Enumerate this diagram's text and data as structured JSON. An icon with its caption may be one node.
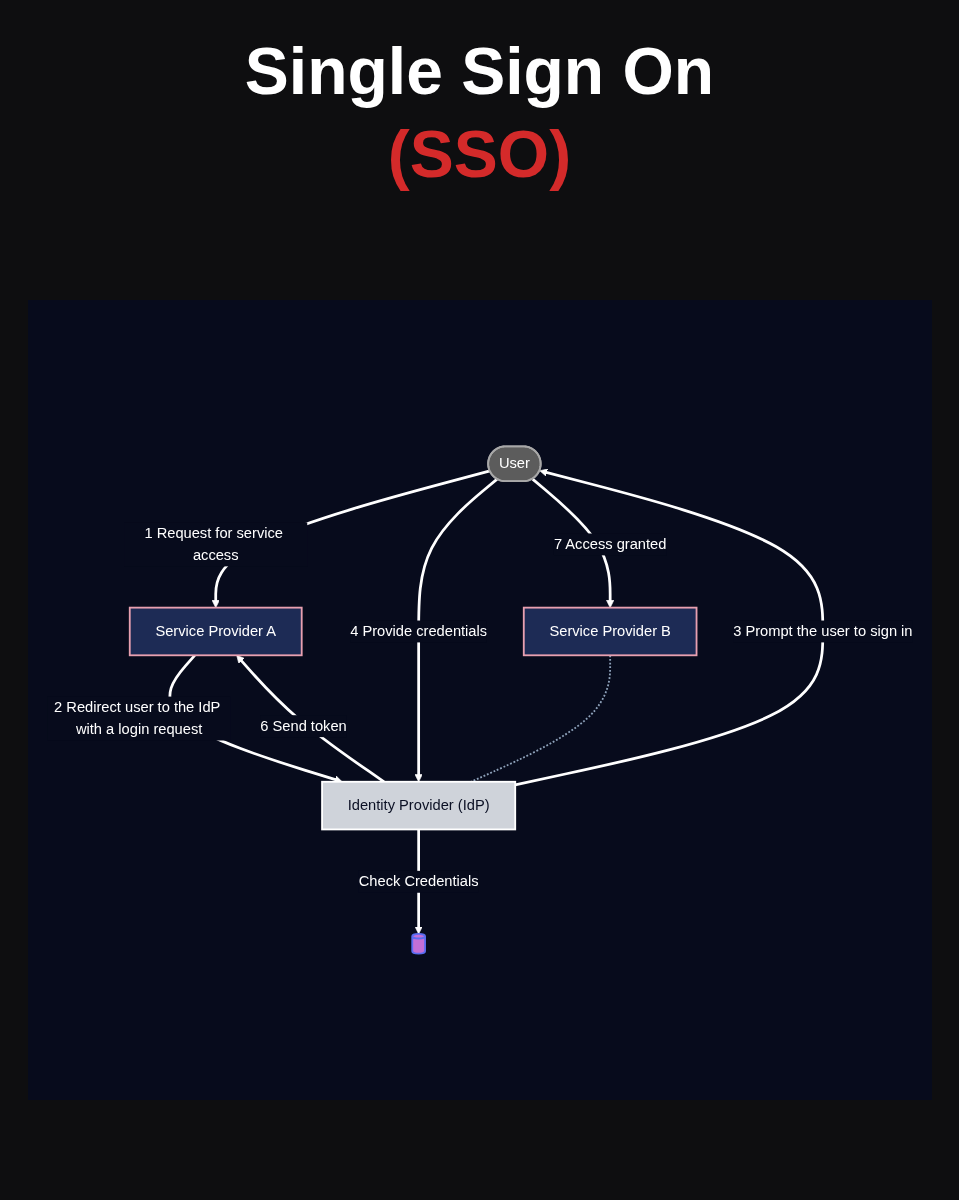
{
  "diagram": {
    "title": "Single Sign On (SSO)",
    "nodes": [
      {
        "text": [
          "User"
        ]
      },
      {
        "text": [
          "Service Provider A"
        ]
      },
      {
        "text": [
          "Service Provider B"
        ]
      },
      {
        "text": [
          "Identity Provider (IdP)"
        ]
      },
      {
        "text": [],
        "shape": "cylinder"
      }
    ],
    "edges": [
      {
        "from": 0,
        "to": 1,
        "arrow": "to",
        "label": "1 Request for service access"
      },
      {
        "from": 1,
        "to": 3,
        "arrow": "to",
        "label": "2 Redirect user to the IdP with a login request"
      },
      {
        "from": 3,
        "to": 0,
        "arrow": "to",
        "label": "3 Prompt the user to sign in"
      },
      {
        "from": 0,
        "to": 3,
        "arrow": "to",
        "label": "4 Provide credentials"
      },
      {
        "from": 3,
        "to": 4,
        "arrow": "to",
        "label": "Check Credentials"
      },
      {
        "from": 3,
        "to": 1,
        "arrow": "to",
        "label": "6 Send token"
      },
      {
        "from": 0,
        "to": 2,
        "arrow": "to",
        "label": "7 Access granted"
      },
      {
        "from": 2,
        "to": 3,
        "arrow": "none",
        "style": "dashed",
        "color": "#8ea2ba"
      }
    ]
  }
}
